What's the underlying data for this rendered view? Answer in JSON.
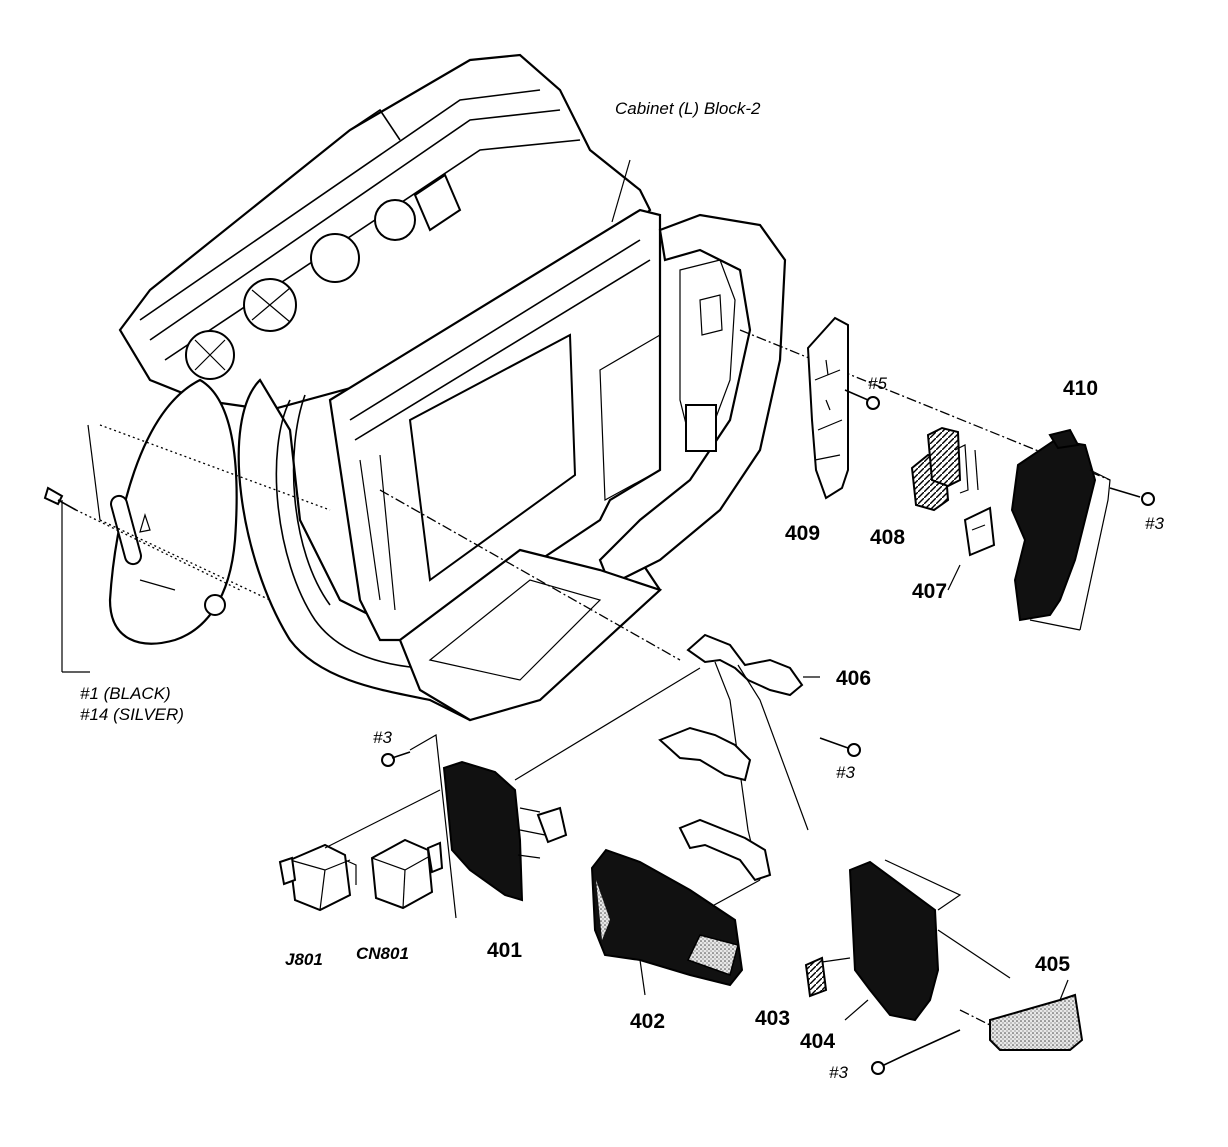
{
  "title": "Cabinet (L) Block-2",
  "labels": {
    "p410": "410",
    "p409": "409",
    "p408": "408",
    "p407": "407",
    "p406": "406",
    "p405": "405",
    "p404": "404",
    "p403": "403",
    "p402": "402",
    "p401": "401",
    "j801": "J801",
    "cn801": "CN801",
    "s5": "#5",
    "s3_a": "#3",
    "s3_b": "#3",
    "s3_c": "#3",
    "s3_d": "#3",
    "s1": "#1 (BLACK)",
    "s14": "#14 (SILVER)"
  }
}
